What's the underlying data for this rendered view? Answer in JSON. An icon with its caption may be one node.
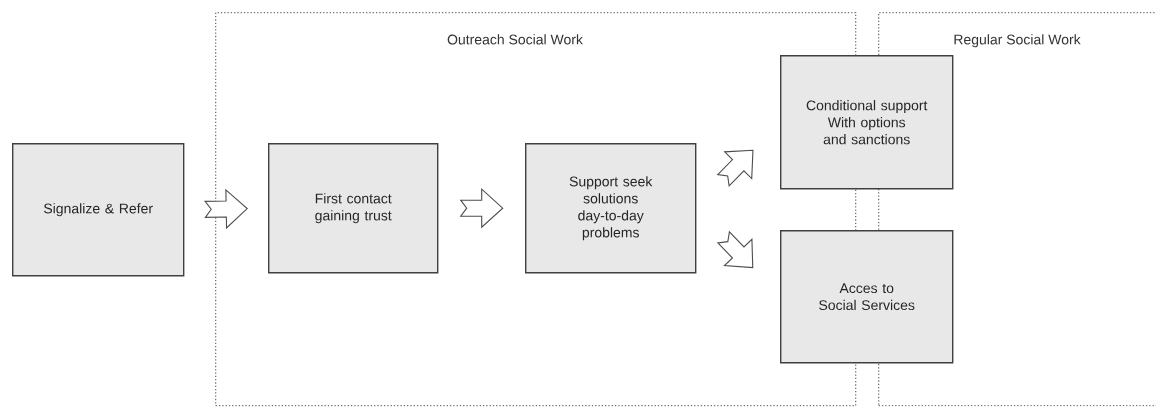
{
  "diagram": {
    "nodes": [
      {
        "text": [
          "Outreach  Social Work"
        ]
      },
      {
        "text": [
          "Regular Social Work"
        ]
      },
      {
        "text": [
          "Signalize & Refer"
        ]
      },
      {
        "text": [
          "First contact gaining trust"
        ],
        "in": 0
      },
      {
        "text": [
          "Support seek solutions day-to-day problems"
        ],
        "in": 0
      },
      {
        "text": [
          "Conditional support With options and sanctions"
        ]
      },
      {
        "text": [
          "Acces to Social Services"
        ]
      }
    ],
    "edges": [
      {
        "from": 2,
        "to": 3,
        "arrow": "to"
      },
      {
        "from": 3,
        "to": 4,
        "arrow": "to"
      },
      {
        "from": 4,
        "to": 5,
        "arrow": "to"
      },
      {
        "from": 4,
        "to": 6,
        "arrow": "to"
      }
    ]
  }
}
